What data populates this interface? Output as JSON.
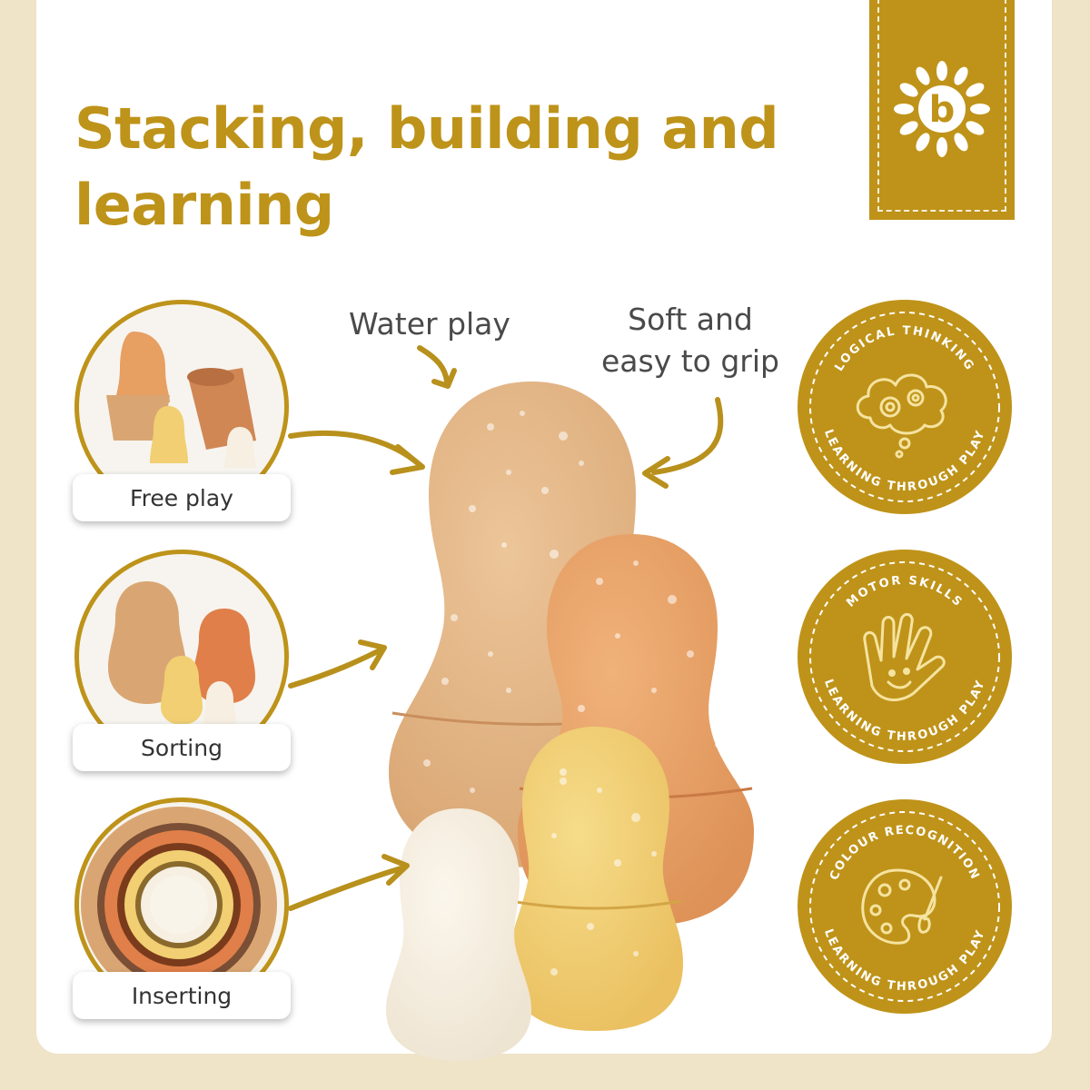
{
  "headline": "Stacking, building and learning",
  "callouts": {
    "water_play": "Water play",
    "soft_grip_line1": "Soft and",
    "soft_grip_line2": "easy to grip"
  },
  "features": [
    {
      "label": "Free play"
    },
    {
      "label": "Sorting"
    },
    {
      "label": "Inserting"
    }
  ],
  "badges": [
    {
      "top_text": "LOGICAL THINKING",
      "bottom_text": "LEARNING THROUGH PLAY",
      "icon": "thought-cloud-gears-icon"
    },
    {
      "top_text": "MOTOR SKILLS",
      "bottom_text": "LEARNING THROUGH PLAY",
      "icon": "smiling-hand-icon"
    },
    {
      "top_text": "COLOUR RECOGNITION",
      "bottom_text": "LEARNING THROUGH PLAY",
      "icon": "paint-palette-icon"
    }
  ],
  "colors": {
    "brand_gold": "#be931a",
    "background_cream": "#efe3c8",
    "doll_tan": "#e3b485",
    "doll_orange": "#e79f62",
    "doll_yellow": "#f1cf72",
    "doll_cream": "#f6efe2"
  },
  "brand_logo": "b"
}
